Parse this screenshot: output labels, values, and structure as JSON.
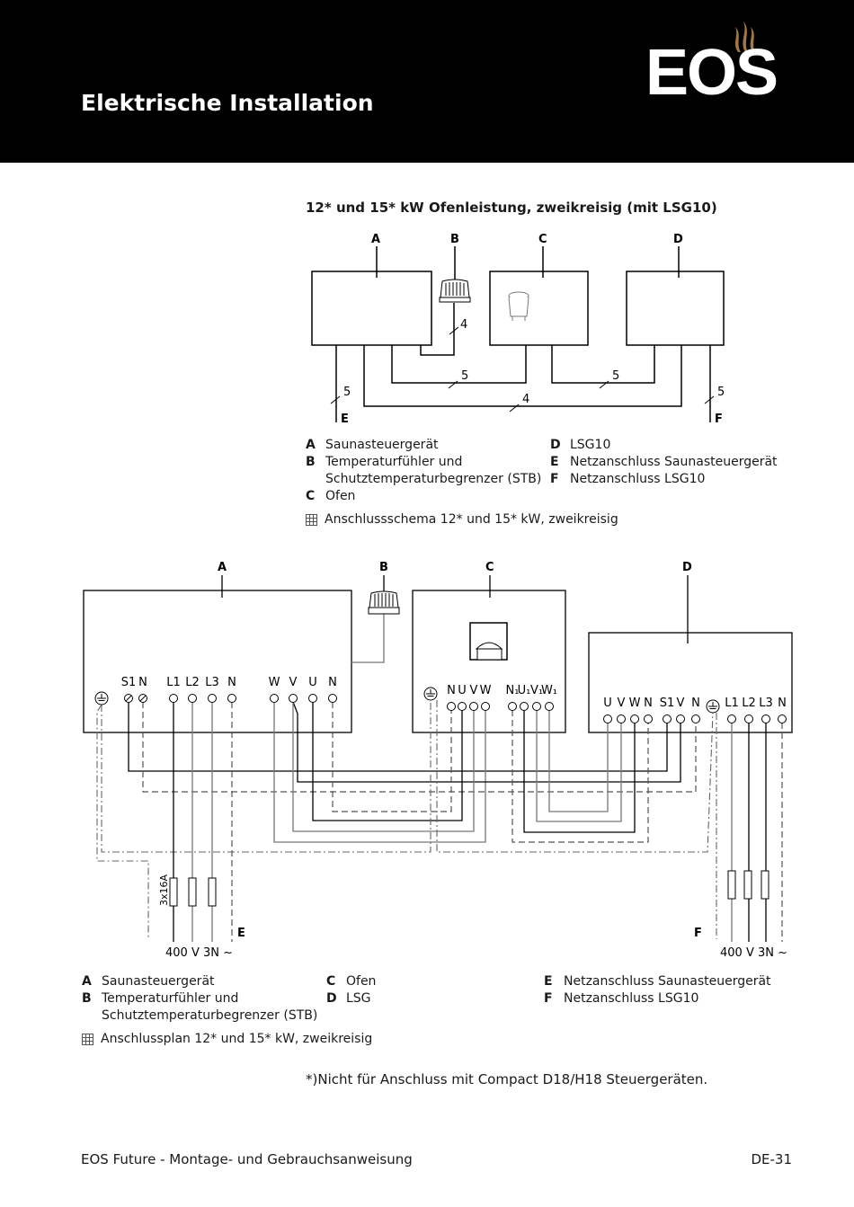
{
  "header": {
    "title": "Elektrische Installation",
    "logo": "EOS",
    "logo_icon": "steam-flame-icon",
    "accent": "#a0784a"
  },
  "diagram1": {
    "title": "12* und 15* kW Ofenleistung, zweikreisig (mit LSG10)",
    "labels": {
      "A": "A",
      "B": "B",
      "C": "C",
      "D": "D",
      "E": "E",
      "F": "F"
    },
    "cable_numbers": {
      "b_to_a": "4",
      "a_to_c": "5",
      "c_to_d": "5",
      "a_to_d": "4",
      "e": "5",
      "f": "5"
    },
    "legend": [
      {
        "key": "A",
        "text": "Saunasteuergerät"
      },
      {
        "key": "B",
        "text": "Temperaturfühler und"
      },
      {
        "key": "",
        "text": "Schutztemperaturbegrenzer (STB)"
      },
      {
        "key": "C",
        "text": "Ofen"
      },
      {
        "key": "D",
        "text": "LSG10"
      },
      {
        "key": "E",
        "text": "Netzanschluss Saunasteuergerät"
      },
      {
        "key": "F",
        "text": "Netzanschluss LSG10"
      }
    ],
    "caption": "Anschlussschema 12* und 15* kW, zweikreisig"
  },
  "diagram2": {
    "labels": {
      "A": "A",
      "B": "B",
      "C": "C",
      "D": "D",
      "E": "E",
      "F": "F"
    },
    "terminals_a": [
      "S1",
      "N",
      "L1",
      "L2",
      "L3",
      "N",
      "W",
      "V",
      "U",
      "N"
    ],
    "terminals_c": [
      "N",
      "U",
      "V",
      "W",
      "N₁",
      "U₁",
      "V₁",
      "W₁"
    ],
    "terminals_d": [
      "U",
      "V",
      "W",
      "N",
      "S1",
      "V",
      "N",
      "L1",
      "L2",
      "L3",
      "N"
    ],
    "fuse_label": "3x16A",
    "supply_left": "400 V 3N ~",
    "supply_right": "400 V 3N ~",
    "legend": [
      {
        "key": "A",
        "text": "Saunasteuergerät"
      },
      {
        "key": "B",
        "text": "Temperaturfühler und"
      },
      {
        "key": "",
        "text": "Schutztemperaturbegrenzer (STB)"
      },
      {
        "key": "C",
        "text": "Ofen"
      },
      {
        "key": "D",
        "text": "LSG"
      },
      {
        "key": "E",
        "text": "Netzanschluss Saunasteuergerät"
      },
      {
        "key": "F",
        "text": "Netzanschluss LSG10"
      }
    ],
    "caption": "Anschlussplan 12* und 15* kW, zweikreisig"
  },
  "footnote": "*)Nicht für Anschluss mit Compact D18/H18 Steuergeräten.",
  "footer": {
    "manual": "EOS Future - Montage- und Gebrauchsanweisung",
    "page": "DE-31"
  }
}
